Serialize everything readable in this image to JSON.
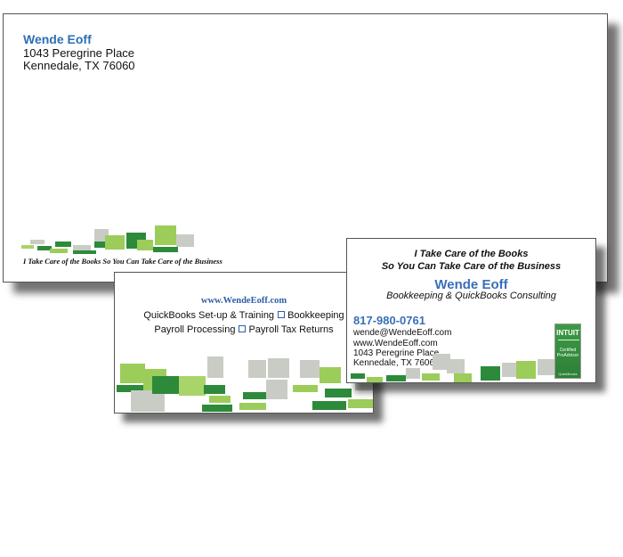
{
  "envelope": {
    "name": "Wende Eoff",
    "address_line1": "1043 Peregrine Place",
    "address_line2": "Kennedale, TX  76060",
    "tagline": "I Take Care of the Books So You Can Take Care of the Business"
  },
  "card_left": {
    "website": "www.WendeEoff.com",
    "services_line1_a": "QuickBooks Set-up & Training",
    "services_line1_b": "Bookkeeping",
    "services_line2_a": "Payroll Processing",
    "services_line2_b": "Payroll Tax Returns"
  },
  "card_right": {
    "tagline_line1": "I Take Care of the Books",
    "tagline_line2": "So You Can Take Care of the Business",
    "name": "Wende Eoff",
    "subtitle": "Bookkeeping & QuickBooks Consulting",
    "phone": "817-980-0761",
    "email": "wende@WendeEoff.com",
    "website": "www.WendeEoff.com",
    "address_line1": "1043 Peregrine Place",
    "address_line2": "Kennedale, TX  76060",
    "badge": {
      "brand": "INTUIT",
      "line1": "Certified",
      "line2": "ProAdvisor",
      "footer": "QuickBooks"
    }
  },
  "colors": {
    "name_blue": "#2e6fb5",
    "block_green_dark": "#2d8a3a",
    "block_green_light": "#9ccc5a",
    "block_gray": "#c9ccc4"
  }
}
